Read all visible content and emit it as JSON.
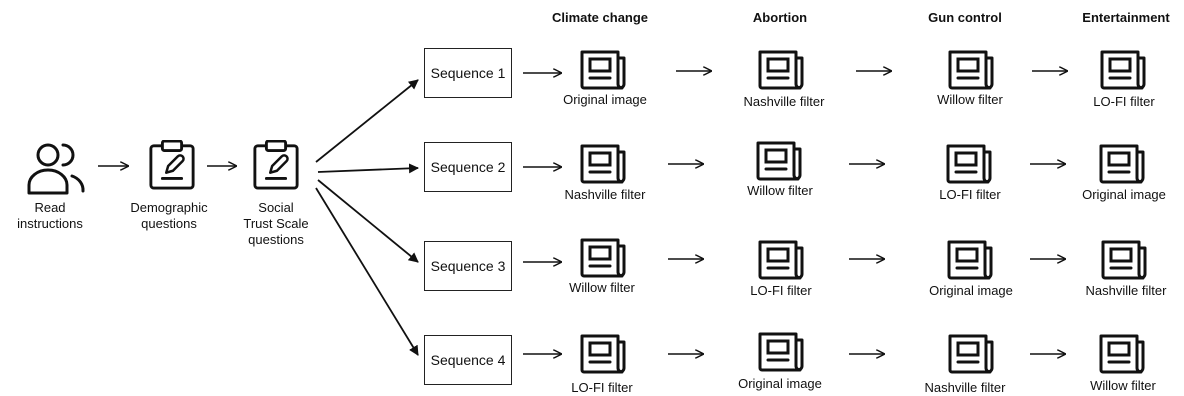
{
  "headers": [
    "Climate change",
    "Abortion",
    "Gun control",
    "Entertainment"
  ],
  "steps": {
    "read": "Read\ninstructions",
    "demographic": "Demographic\nquestions",
    "trust": "Social\nTrust Scale\nquestions"
  },
  "sequences": [
    {
      "label": "Sequence 1",
      "filters": [
        "Original image",
        "Nashville filter",
        "Willow filter",
        "LO-FI filter"
      ]
    },
    {
      "label": "Sequence 2",
      "filters": [
        "Nashville filter",
        "Willow filter",
        "LO-FI filter",
        "Original image"
      ]
    },
    {
      "label": "Sequence 3",
      "filters": [
        "Willow filter",
        "LO-FI filter",
        "Original image",
        "Nashville filter"
      ]
    },
    {
      "label": "Sequence 4",
      "filters": [
        "LO-FI filter",
        "Original image",
        "Nashville filter",
        "Willow filter"
      ]
    }
  ],
  "icons": {
    "users": "users-icon",
    "clipboard": "clipboard-edit-icon",
    "news": "newspaper-icon"
  }
}
